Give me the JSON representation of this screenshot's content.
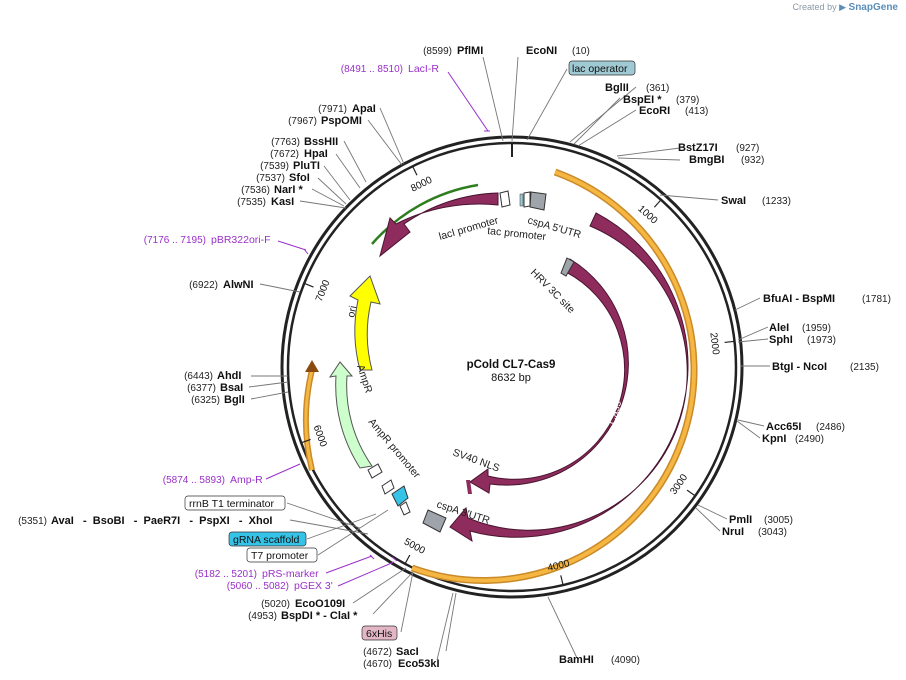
{
  "credit": {
    "prefix": "Created by",
    "brand": "SnapGene"
  },
  "plasmid": {
    "name": "pCold CL7-Cas9",
    "size": "8632 bp",
    "length": 8632
  },
  "colors": {
    "cas9": "#8e2c5e",
    "laci": "#8e2c5e",
    "laci_inner": "#2e7d1e",
    "ori": "#ffff00",
    "ampr": "#ccffcc",
    "orange_band": "#f5b642",
    "lac_operator": "#9fc9d3",
    "grna_scaffold": "#35c3e8",
    "his": "#e3b6c6",
    "primer": "#9b30c8"
  },
  "ticks": [
    "1000",
    "2000",
    "3000",
    "4000",
    "5000",
    "6000",
    "7000",
    "8000"
  ],
  "sites": [
    {
      "name": "PflMI",
      "pos": "(8599)"
    },
    {
      "name": "EcoNI",
      "pos": "(10)"
    },
    {
      "name": "lac operator",
      "pos": ""
    },
    {
      "name": "BglII",
      "pos": "(361)"
    },
    {
      "name": "BspEI *",
      "pos": "(379)"
    },
    {
      "name": "EcoRI",
      "pos": "(413)"
    },
    {
      "name": "BstZ17I",
      "pos": "(927)"
    },
    {
      "name": "BmgBI",
      "pos": "(932)"
    },
    {
      "name": "SwaI",
      "pos": "(1233)"
    },
    {
      "name": "BfuAI  -  BspMI",
      "pos": "(1781)"
    },
    {
      "name": "AleI",
      "pos": "(1959)"
    },
    {
      "name": "SphI",
      "pos": "(1973)"
    },
    {
      "name": "BtgI  -  NcoI",
      "pos": "(2135)"
    },
    {
      "name": "Acc65I",
      "pos": "(2486)"
    },
    {
      "name": "KpnI",
      "pos": "(2490)"
    },
    {
      "name": "PmlI",
      "pos": "(3005)"
    },
    {
      "name": "NruI",
      "pos": "(3043)"
    },
    {
      "name": "BamHI",
      "pos": "(4090)"
    },
    {
      "name": "SacI",
      "pos": "(4672)"
    },
    {
      "name": "Eco53kI",
      "pos": "(4670)"
    },
    {
      "name": "6xHis",
      "pos": ""
    },
    {
      "name": "BspDI *  -  ClaI *",
      "pos": "(4953)"
    },
    {
      "name": "EcoO109I",
      "pos": "(5020)"
    },
    {
      "name": "AvaI   -  BsoBI   -  PaeR7I   -  PspXI   -  XhoI",
      "pos": "(5351)"
    },
    {
      "name": "BglI",
      "pos": "(6325)"
    },
    {
      "name": "BsaI",
      "pos": "(6377)"
    },
    {
      "name": "AhdI",
      "pos": "(6443)"
    },
    {
      "name": "AlwNI",
      "pos": "(6922)"
    },
    {
      "name": "KasI",
      "pos": "(7535)"
    },
    {
      "name": "NarI *",
      "pos": "(7536)"
    },
    {
      "name": "SfoI",
      "pos": "(7537)"
    },
    {
      "name": "PluTI",
      "pos": "(7539)"
    },
    {
      "name": "HpaI",
      "pos": "(7672)"
    },
    {
      "name": "BssHII",
      "pos": "(7763)"
    },
    {
      "name": "PspOMI",
      "pos": "(7967)"
    },
    {
      "name": "ApaI",
      "pos": "(7971)"
    }
  ],
  "primers": [
    {
      "name": "LacI-R",
      "pos": "(8491 .. 8510)"
    },
    {
      "name": "pBR322ori-F",
      "pos": "(7176 .. 7195)"
    },
    {
      "name": "Amp-R",
      "pos": "(5874 .. 5893)"
    },
    {
      "name": "pRS-marker",
      "pos": "(5182 .. 5201)"
    },
    {
      "name": "pGEX 3'",
      "pos": "(5060 .. 5082)"
    }
  ],
  "boxes": {
    "rrnb": "rrnB T1 terminator",
    "grna": "gRNA scaffold",
    "t7": "T7 promoter"
  },
  "features": {
    "laci": "lacI",
    "laci_promoter": "lacI promoter",
    "tac_promoter": "tac promoter",
    "cspa5": "cspA 5'UTR",
    "hrv": "HRV 3C site",
    "cas9_inner": "Cas9",
    "cas9_outer": "Cas9",
    "sv40": "SV40 NLS",
    "cspa3": "cspA 3'UTR",
    "ori": "ori",
    "ampr": "AmpR",
    "ampr_promoter": "AmpR promoter"
  }
}
